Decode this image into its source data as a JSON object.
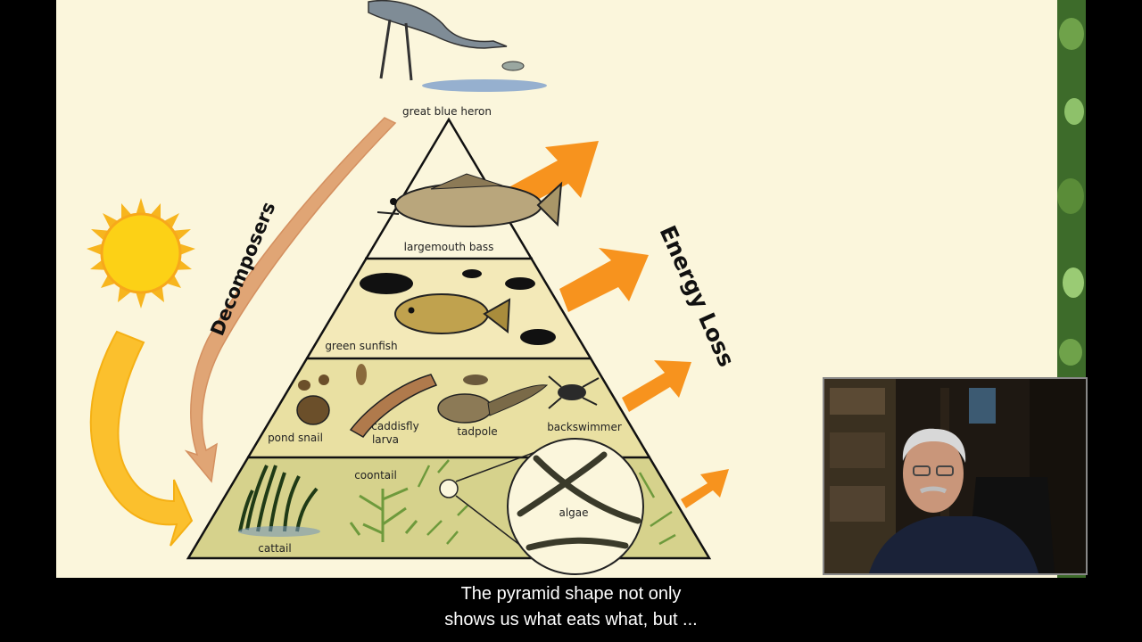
{
  "diagram": {
    "levels": [
      {
        "organisms": [
          "great blue heron"
        ]
      },
      {
        "organisms": [
          "largemouth bass"
        ]
      },
      {
        "organisms": [
          "green sunfish"
        ]
      },
      {
        "organisms": [
          "pond snail",
          "caddisfly larva",
          "tadpole",
          "backswimmer"
        ]
      },
      {
        "organisms": [
          "cattail",
          "coontail",
          "algae"
        ]
      }
    ],
    "labels": {
      "heron": "great blue heron",
      "bass": "largemouth bass",
      "sunfish": "green sunfish",
      "snail": "pond snail",
      "caddisfly_line1": "caddisfly",
      "caddisfly_line2": "larva",
      "tadpole": "tadpole",
      "backswimmer": "backswimmer",
      "cattail": "cattail",
      "coontail": "coontail",
      "algae": "algae"
    },
    "decomposers_label": "Decomposers",
    "energy_loss_label": "Energy Loss",
    "colors": {
      "slide_bg": "#fbf6dc",
      "pyramid_top": "#fbf6dc",
      "pyramid_mid": "#f3e9b8",
      "pyramid_lower": "#e9e0a2",
      "pyramid_base": "#d6d28c",
      "energy_arrow": "#f7931e",
      "sun": "#fcd116",
      "sun_arrow": "#fbc02d",
      "decomposer_arrow": "#e0a575"
    }
  },
  "video_overlay": {
    "icon": "presenter-webcam"
  },
  "caption": {
    "line1": "The pyramid shape not only",
    "line2": "shows us what eats what, but ..."
  }
}
